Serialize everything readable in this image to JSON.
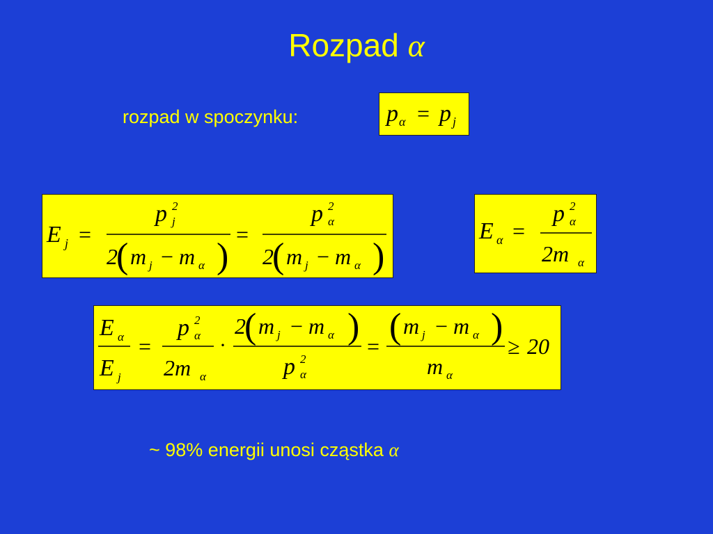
{
  "slide": {
    "title": "Rozpad",
    "title_symbol": "α",
    "rest_label": "rozpad w spoczynku:",
    "conclusion_text": "~ 98% energii unosi cząstka",
    "conclusion_symbol": "α"
  },
  "equations": {
    "momentum": "pα = pj",
    "recoil_energy": "Ej = pj² / 2(mj − mα) = pα² / 2(mj − mα)",
    "alpha_energy": "Eα = pα² / 2mα",
    "energy_ratio": "Eα / Ej = pα² / 2mα · 2(mj − mα) / pα² = (mj − mα) / mα ≥ 20"
  },
  "colors": {
    "background": "#1c3fd6",
    "text_accent": "#ffff00",
    "formula_box": "#ffff00"
  }
}
